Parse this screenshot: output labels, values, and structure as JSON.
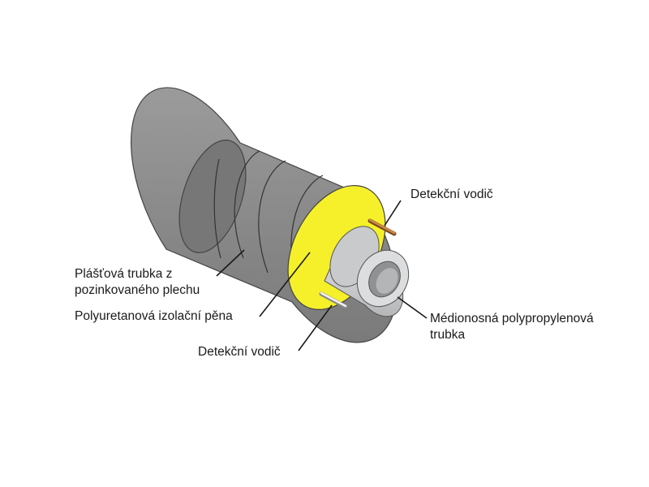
{
  "labels": {
    "detector_top": "Detekční vodič",
    "shell_line1": "Plášťová trubka z",
    "shell_line2": "pozinkovaného plechu",
    "foam": "Polyuretanová izolační pěna",
    "detector_bottom": "Detekční vodič",
    "carrier_line1": "Médionosná polypropylenová",
    "carrier_line2": "trubka"
  },
  "colors": {
    "shell": "#8c8c8c",
    "shell_dark": "#6e6e6e",
    "foam": "#f5f02a",
    "inner_pipe": "#c8cacc",
    "inner_bore": "#9a9c9e",
    "wire_copper": "#c97b3a",
    "wire_silver": "#d9d9d9"
  }
}
